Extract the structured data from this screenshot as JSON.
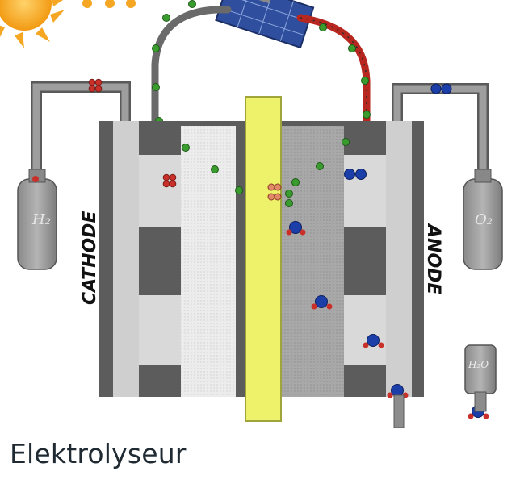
{
  "diagram": {
    "cathode_label": "CATHODE",
    "anode_label": "ANODE",
    "tank_h2_label": "H₂",
    "tank_o2_label": "O₂",
    "water_tank_label": "H₂O"
  },
  "caption": "Elektrolyseur",
  "colors": {
    "membrane": "#eef26a",
    "electrode_dark": "#5c5c5c",
    "electrode_light": "#d9d9d9",
    "pipe": "#8c8c8c",
    "wire_red": "#b7261f",
    "electron_green": "#3a9c2e",
    "oxygen_blue": "#1c3ea8",
    "hydrogen_red": "#c9302a",
    "sun": "#f5a623",
    "caption_text": "#1f2a33"
  },
  "icons": [
    "sun-icon",
    "solar-panel-icon",
    "gas-tank-icon",
    "water-tank-icon"
  ]
}
